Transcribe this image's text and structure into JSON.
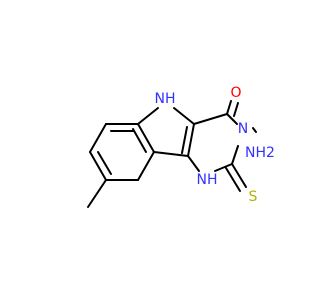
{
  "molecule": {
    "atom_labels": {
      "nh_indole": "NH",
      "oxygen": "O",
      "n3": "N",
      "nh2": "NH2",
      "nh_ring": "NH",
      "sulfur": "S"
    },
    "colors": {
      "bond": "#000000",
      "nitrogen": "#3232ff",
      "oxygen": "#ff0000",
      "sulfur": "#b2b200"
    }
  }
}
